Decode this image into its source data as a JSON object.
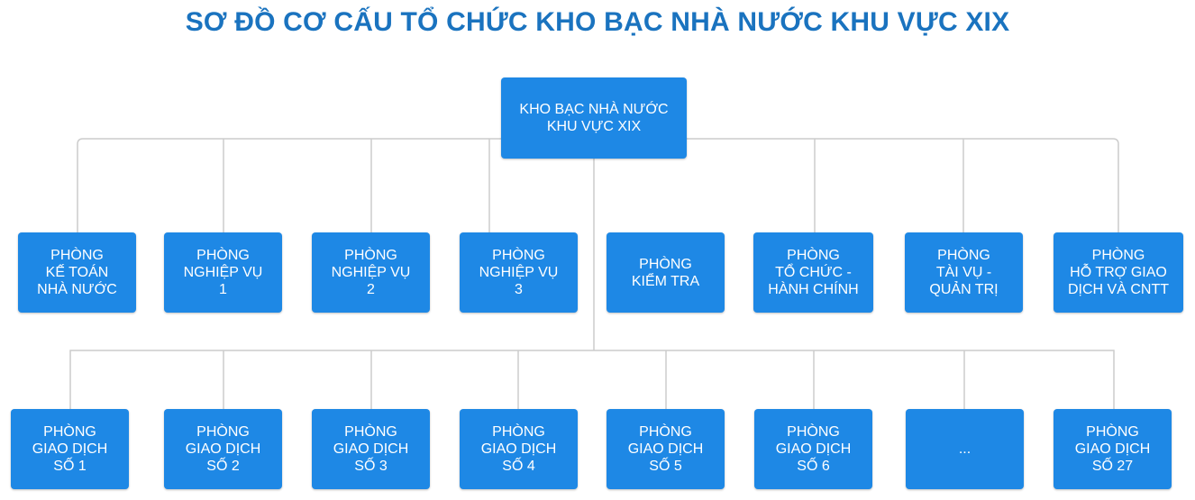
{
  "title": "SƠ ĐỒ CƠ CẤU TỔ CHỨC KHO BẠC NHÀ NƯỚC KHU VỰC XIX",
  "root": {
    "lines": [
      "KHO BẠC NHÀ NƯỚC",
      "KHU VỰC XIX"
    ]
  },
  "departments": [
    {
      "lines": [
        "PHÒNG",
        "KẾ TOÁN",
        "NHÀ NƯỚC"
      ]
    },
    {
      "lines": [
        "PHÒNG",
        "NGHIỆP VỤ",
        "1"
      ]
    },
    {
      "lines": [
        "PHÒNG",
        "NGHIỆP VỤ",
        "2"
      ]
    },
    {
      "lines": [
        "PHÒNG",
        "NGHIỆP VỤ",
        "3"
      ]
    },
    {
      "lines": [
        "PHÒNG",
        "KIỂM TRA"
      ]
    },
    {
      "lines": [
        "PHÒNG",
        "TỔ CHỨC -",
        "HÀNH CHÍNH"
      ]
    },
    {
      "lines": [
        "PHÒNG",
        "TÀI VỤ -",
        "QUẢN TRỊ"
      ]
    },
    {
      "lines": [
        "PHÒNG",
        "HỖ TRỢ GIAO",
        "DỊCH VÀ CNTT"
      ]
    }
  ],
  "branches": [
    {
      "lines": [
        "PHÒNG",
        "GIAO DỊCH",
        "SỐ 1"
      ]
    },
    {
      "lines": [
        "PHÒNG",
        "GIAO DỊCH",
        "SỐ 2"
      ]
    },
    {
      "lines": [
        "PHÒNG",
        "GIAO DỊCH",
        "SỐ 3"
      ]
    },
    {
      "lines": [
        "PHÒNG",
        "GIAO DỊCH",
        "SỐ 4"
      ]
    },
    {
      "lines": [
        "PHÒNG",
        "GIAO DỊCH",
        "SỐ 5"
      ]
    },
    {
      "lines": [
        "PHÒNG",
        "GIAO DỊCH",
        "SỐ 6"
      ]
    },
    {
      "lines": [
        "..."
      ]
    },
    {
      "lines": [
        "PHÒNG",
        "GIAO DỊCH",
        "SỐ 27"
      ]
    }
  ],
  "colors": {
    "title": "#1a73bf",
    "box": "#1e88e5",
    "connector": "#cccccc"
  }
}
